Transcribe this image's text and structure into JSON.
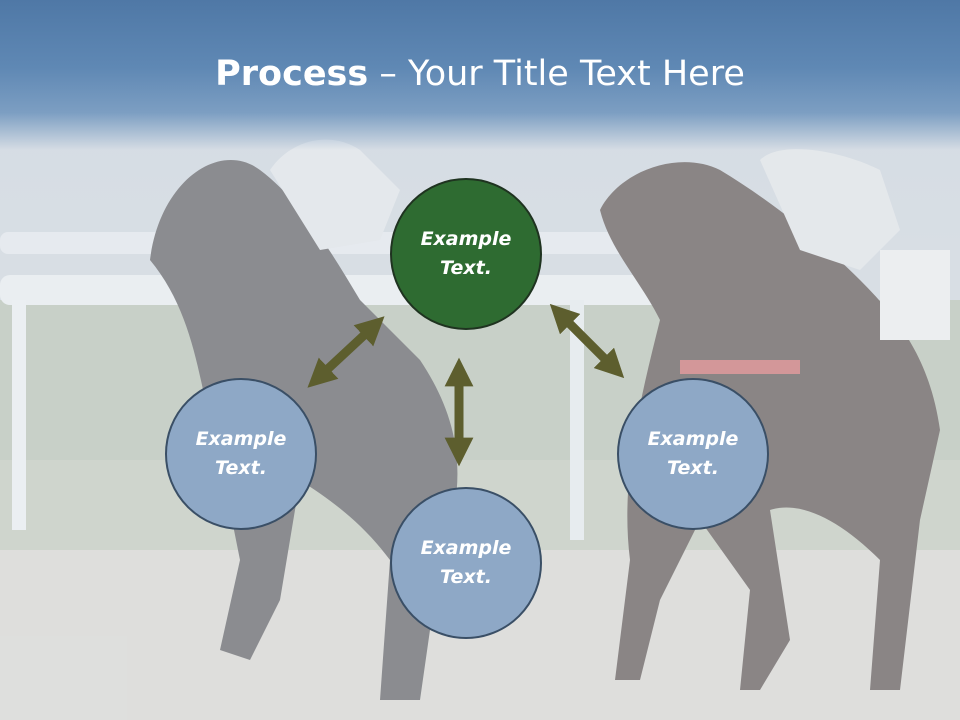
{
  "slide": {
    "title_bold": "Process",
    "title_rest": " – Your Title Text Here"
  },
  "nodes": [
    {
      "line1": "Example",
      "line2": "Text."
    },
    {
      "line1": "Example",
      "line2": "Text."
    },
    {
      "line1": "Example",
      "line2": "Text."
    },
    {
      "line1": "Example",
      "line2": "Text."
    }
  ],
  "colors": {
    "title_band": "#5f88b4",
    "center_node": "#2e6b31",
    "side_node": "#8ea8c6",
    "arrow": "#5d5e2e"
  },
  "background": {
    "image": "horse-racing-photo"
  }
}
